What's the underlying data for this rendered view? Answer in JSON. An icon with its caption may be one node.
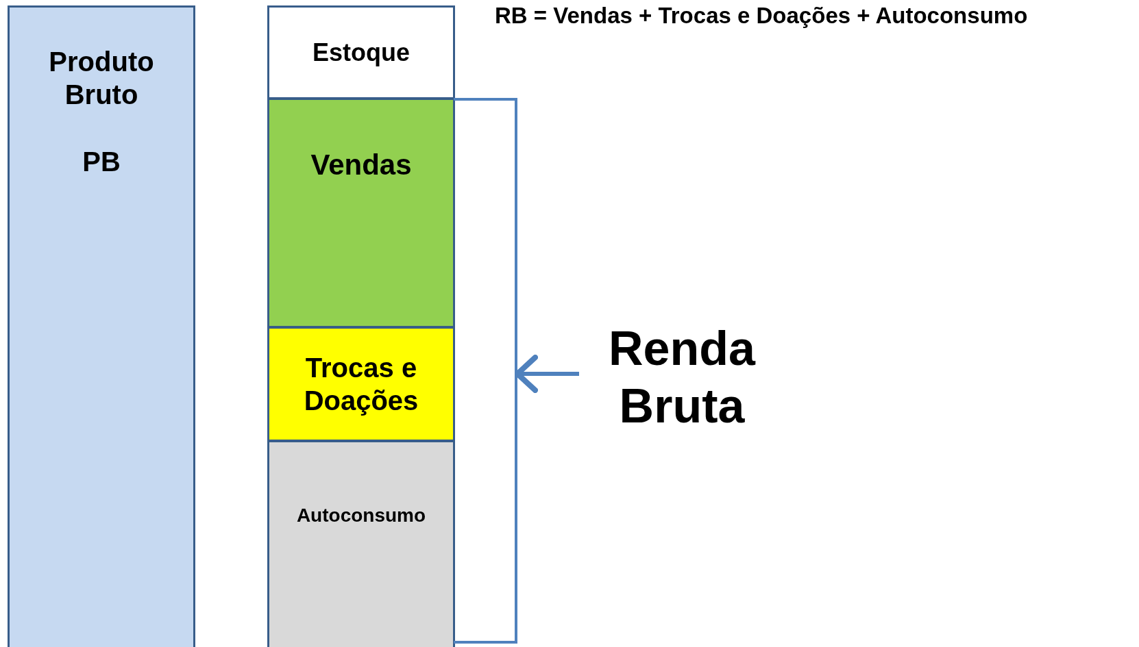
{
  "diagram": {
    "nodes": [
      {
        "text": [
          "Produto Bruto",
          "PB"
        ]
      },
      {
        "text": [
          "Estoque"
        ]
      },
      {
        "text": [
          "Vendas"
        ]
      },
      {
        "text": [
          "Trocas e Doações"
        ]
      },
      {
        "text": [
          "Autoconsumo"
        ]
      },
      {
        "text": [],
        "shape": "bracket"
      },
      {
        "text": [
          "Renda Bruta"
        ]
      }
    ],
    "edges": [
      {
        "from": 6,
        "to": 5,
        "arrow": "to"
      }
    ],
    "labels": [
      "RB = Vendas + Trocas e Doações + Autoconsumo"
    ]
  }
}
